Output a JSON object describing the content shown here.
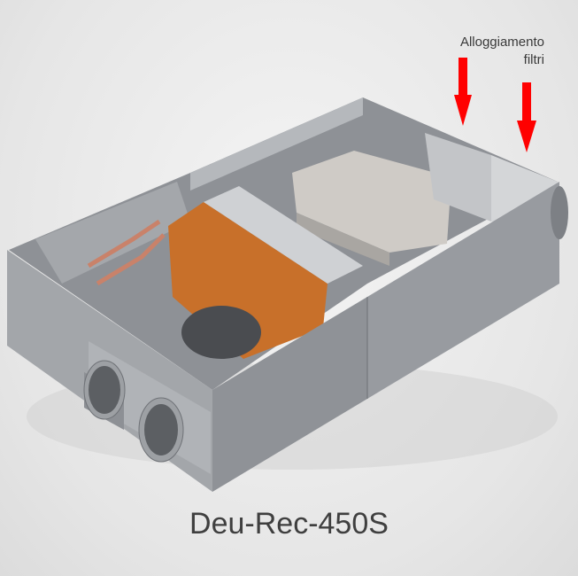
{
  "annotation": {
    "line1": "Alloggiamento",
    "line2": "filtri",
    "arrow_color": "#ff0000"
  },
  "model_name": "Deu-Rec-450S"
}
